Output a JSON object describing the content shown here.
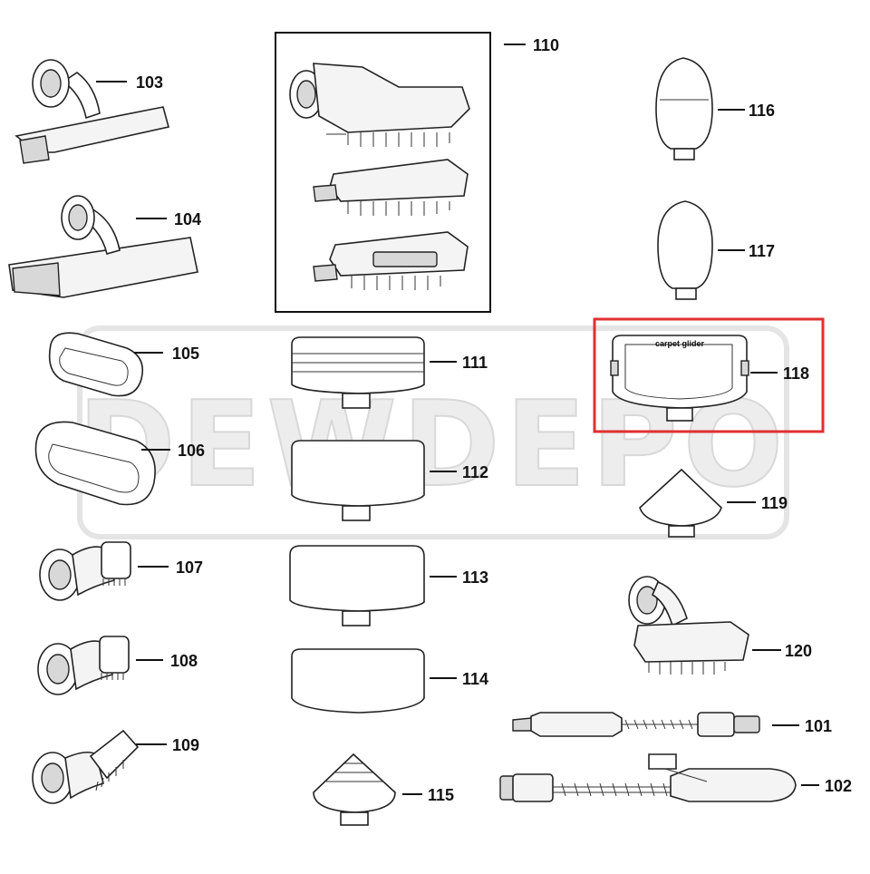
{
  "diagram": {
    "watermark_text": "DEWDEPO",
    "highlight_color": "#e03030",
    "highlighted_part": "118",
    "part_labels": {
      "p101": "101",
      "p102": "102",
      "p103": "103",
      "p104": "104",
      "p105": "105",
      "p106": "106",
      "p107": "107",
      "p108": "108",
      "p109": "109",
      "p110": "110",
      "p111": "111",
      "p112": "112",
      "p113": "113",
      "p114": "114",
      "p115": "115",
      "p116": "116",
      "p117": "117",
      "p118": "118",
      "p119": "119",
      "p120": "120"
    },
    "tool_text": "carpet glider"
  }
}
